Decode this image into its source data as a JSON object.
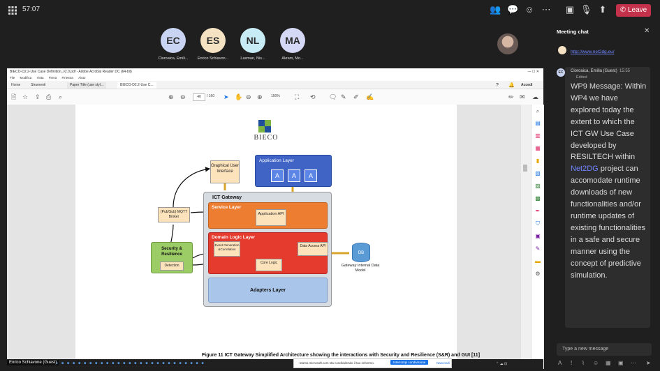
{
  "meeting": {
    "timer": "57:07",
    "leave_label": "Leave",
    "participants": [
      {
        "initials": "EC",
        "name": "Cioroaica, Emili...",
        "color": "#c9d4f2"
      },
      {
        "initials": "ES",
        "name": "Enrico Schiavon...",
        "color": "#f4e2c2"
      },
      {
        "initials": "NL",
        "name": "Laxman, Nis...",
        "color": "#c7ecf5"
      },
      {
        "initials": "MA",
        "name": "Akram, Mo...",
        "color": "#d5d8f5"
      }
    ],
    "presenter_label": "Enrico Schiavone (Guest)"
  },
  "reader": {
    "title": "BIECO-D2.2-Use Case Definition_v2.0.pdf - Adobe Acrobat Reader DC (64-bit)",
    "menu": [
      "File",
      "Modifica",
      "Vista",
      "Firma",
      "Finestra",
      "Aiuto"
    ],
    "tabs": [
      "Home",
      "Strumenti",
      "Paper Title (use styl...",
      "BIECO-D2.2-Use C..."
    ],
    "signin": "Accedi",
    "page_current": "40",
    "page_total": "/ 160",
    "zoom": "150%"
  },
  "diagram": {
    "logo_text": "BIECO",
    "gui": "Graphical User Interface",
    "application_layer": "Application Layer",
    "ict_gateway": "ICT Gateway",
    "service_layer": "Service Layer",
    "application_api": "Application API",
    "domain_logic_layer": "Domain Logic Layer",
    "event_generation": "Event Generation &Correlation",
    "data_access_api": "Data Access API",
    "core_logic": "Core Logic",
    "adapters_layer": "Adapters Layer",
    "broker": "(Pub/Sub) MQTT Broker",
    "security": "Security & Resilience",
    "detection": "Detection",
    "db": "DB",
    "gateway_db": "Gateway Internal Data Model",
    "caption": "Figure 11 ICT Gateway Simplified Architecture showing the interactions with Security and Resilience (S&R) and GUI [11]"
  },
  "share": {
    "notice": "teams.microsoft.com sta condividendo il tuo schermo.",
    "stop": "Interrompi condivisione",
    "hide": "Nascondi"
  },
  "chat": {
    "title": "Meeting chat",
    "prev_link": "http://www.net2dg.eu/",
    "sender": "Cioroaica, Emilia (Guest)",
    "time": "15:55",
    "edited": "Edited",
    "message_before": "WP9 Message: Within WP4 we have explored today the extent to which the ICT GW Use Case developed by RESILTECH within ",
    "message_link": "Net2DG",
    "message_after": " project  can accomodate runtime downloads of new functionalities and/or runtime updates of existing functionalities in a safe and secure manner using the concept of predictive simulation.",
    "input_placeholder": "Type a new message"
  }
}
